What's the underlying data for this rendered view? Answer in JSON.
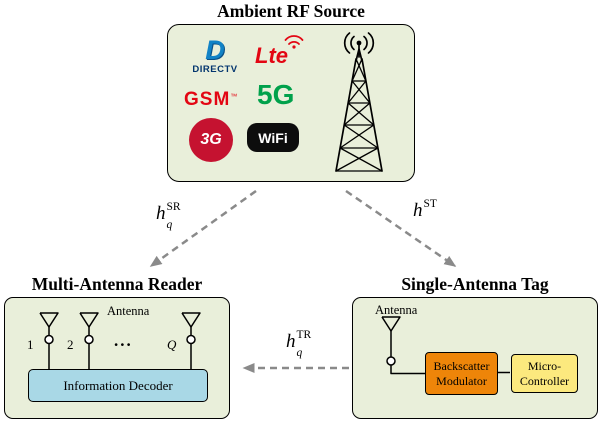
{
  "source": {
    "title": "Ambient RF Source",
    "logos": {
      "directv_d": "D",
      "directv": "DIRECTV",
      "lte": "Lte",
      "gsm": "GSM",
      "gsm_tm": "™",
      "fiveg": "5G",
      "threeg": "3G",
      "wifi": "WiFi"
    }
  },
  "channels": {
    "sr_base": "h",
    "sr_sub": "q",
    "sr_sup": "SR",
    "st_base": "h",
    "st_sup": "ST",
    "tr_base": "h",
    "tr_sub": "q",
    "tr_sup": "TR"
  },
  "reader": {
    "title": "Multi-Antenna Reader",
    "antenna_label": "Antenna",
    "antenna_1": "1",
    "antenna_2": "2",
    "dots": "...",
    "antenna_q": "Q",
    "decoder": "Information Decoder"
  },
  "tag": {
    "title": "Single-Antenna Tag",
    "antenna_label": "Antenna",
    "modulator": "Backscatter Modulator",
    "controller": "Micro-Controller"
  },
  "colors": {
    "panel_bg": "#e9efda",
    "decoder_bg": "#a9d8e6",
    "modulator_bg": "#ee8509",
    "controller_bg": "#fce97e",
    "arrow_gray": "#8a8a8a",
    "brand_red": "#e30613",
    "fiveg_green": "#00a14b",
    "threeg_red": "#c51230",
    "directv_blue": "#1283c6",
    "wifi_black": "#0d0d0d"
  }
}
